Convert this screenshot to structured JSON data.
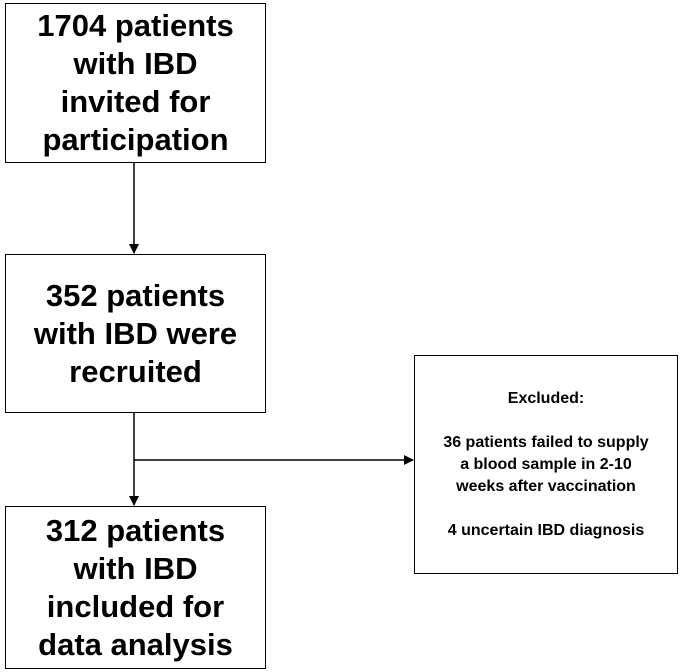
{
  "flow": {
    "invited": "1704 patients with IBD invited for participation",
    "recruited": "352 patients with IBD were recruited",
    "analysis": "312 patients with IBD included for data analysis"
  },
  "excluded": {
    "title": "Excluded:",
    "reason_1": "36 patients failed to supply a blood sample in 2-10 weeks after vaccination",
    "reason_2": "4 uncertain IBD diagnosis"
  }
}
